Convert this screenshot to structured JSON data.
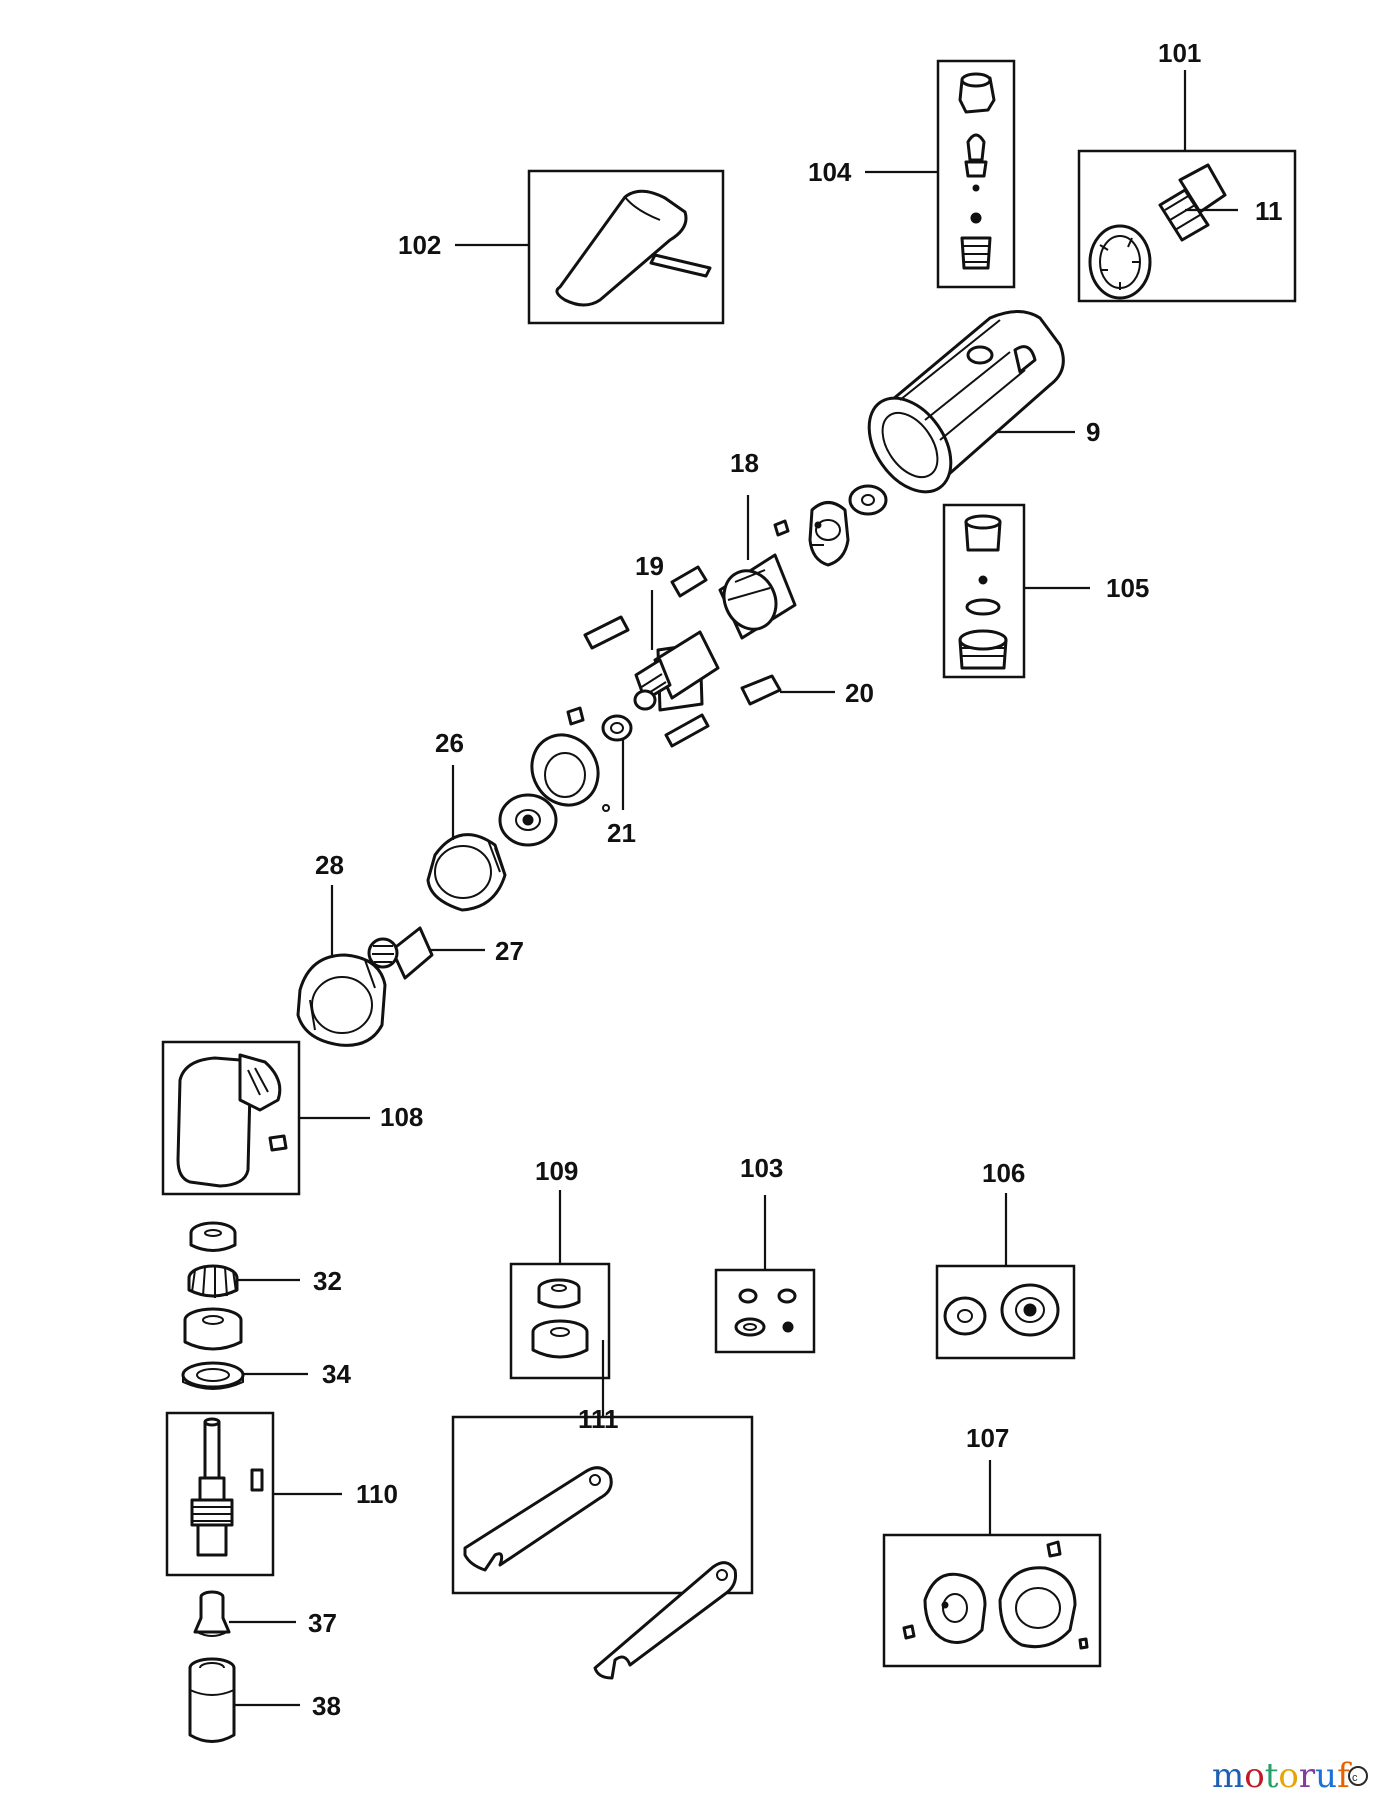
{
  "labels": {
    "p101": "101",
    "p102": "102",
    "p103": "103",
    "p104": "104",
    "p105": "105",
    "p106": "106",
    "p107": "107",
    "p108": "108",
    "p109": "109",
    "p110": "110",
    "p111": "111",
    "p9": "9",
    "p11": "11",
    "p18": "18",
    "p19": "19",
    "p20": "20",
    "p21": "21",
    "p26": "26",
    "p27": "27",
    "p28": "28",
    "p32": "32",
    "p34": "34",
    "p37": "37",
    "p38": "38"
  },
  "watermark": {
    "text": "motoruf",
    "colors": [
      "#1a5fb4",
      "#c01c28",
      "#26a269",
      "#e5a50a",
      "#813d9c",
      "#1c71d8",
      "#e66100"
    ]
  }
}
